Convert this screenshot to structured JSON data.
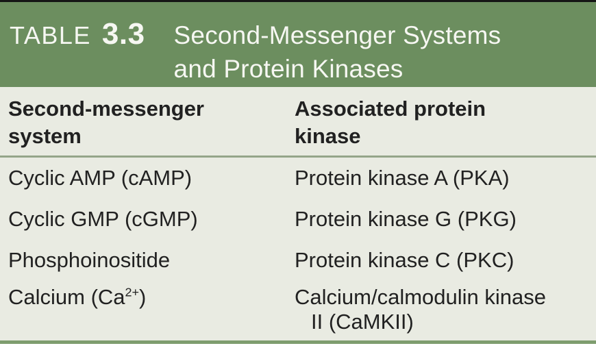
{
  "table": {
    "label": "TABLE",
    "number": "3.3",
    "title_lines": [
      "Second-Messenger Systems",
      "and Protein Kinases"
    ],
    "columns": [
      {
        "lines": [
          "Second-messenger",
          "system"
        ]
      },
      {
        "lines": [
          "Associated protein",
          "kinase"
        ]
      }
    ],
    "rows": [
      {
        "system": "Cyclic AMP (cAMP)",
        "kinase_lines": [
          "Protein kinase A (PKA)"
        ]
      },
      {
        "system": "Cyclic GMP (cGMP)",
        "kinase_lines": [
          "Protein kinase G (PKG)"
        ]
      },
      {
        "system": "Phosphoinositide",
        "kinase_lines": [
          "Protein kinase C (PKC)"
        ]
      },
      {
        "system_base": "Calcium (Ca",
        "system_sup": "2+",
        "system_close": ")",
        "kinase_lines": [
          "Calcium/calmodulin kinase",
          "II (CaMKII)"
        ]
      }
    ]
  },
  "colors": {
    "header_green": "#6c8e5f",
    "body_bg": "#e9ebe2",
    "separator_green": "#94a589",
    "bottom_bar_green": "#7e9d6f",
    "text_dark": "#212121",
    "header_text": "#f6f7f2",
    "top_rule": "#151515"
  }
}
